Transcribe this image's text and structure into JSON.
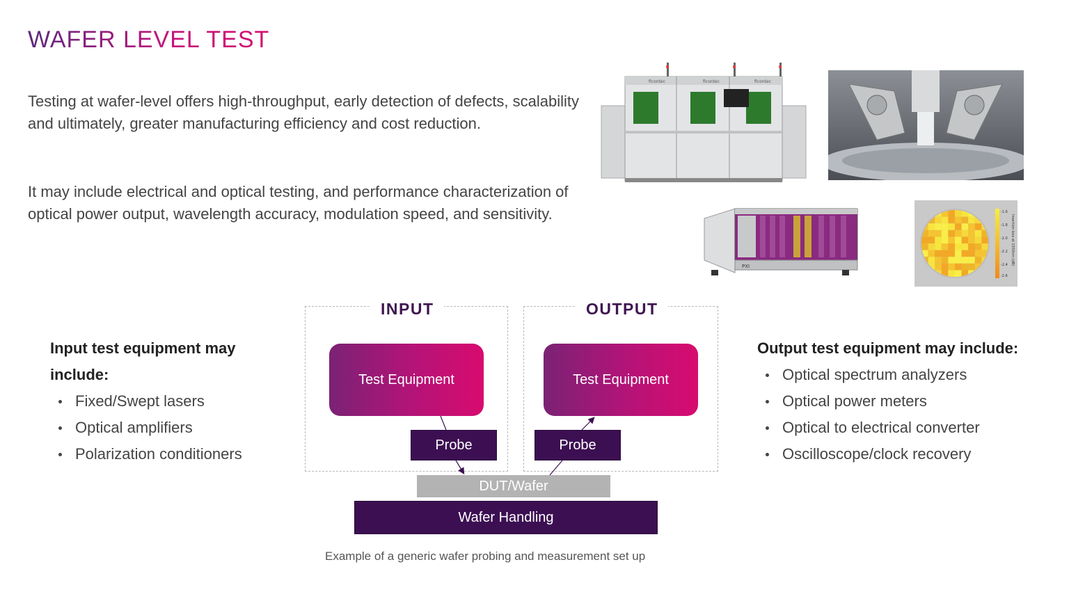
{
  "title": "WAFER LEVEL TEST",
  "paragraphs": [
    "Testing at wafer-level offers high-throughput, early detection of defects, scalability and ultimately, greater manufacturing efficiency and cost reduction.",
    "It may include electrical and optical testing, and performance characterization of optical power output, wavelength accuracy, modulation speed, and sensitivity."
  ],
  "input_side": {
    "heading": "Input test equipment may include:",
    "items": [
      "Fixed/Swept lasers",
      "Optical amplifiers",
      "Polarization conditioners"
    ]
  },
  "output_side": {
    "heading": "Output test equipment may include:",
    "items": [
      "Optical spectrum analyzers",
      "Optical power meters",
      "Optical to electrical converter",
      "Oscilloscope/clock recovery"
    ]
  },
  "diagram": {
    "input_label": "INPUT",
    "output_label": "OUTPUT",
    "input_equipment": "Test Equipment",
    "output_equipment": "Test Equipment",
    "input_probe": "Probe",
    "output_probe": "Probe",
    "dut": "DUT/Wafer",
    "handling": "Wafer Handling",
    "caption": "Example of a generic wafer probing and measurement set up"
  },
  "images": {
    "machine_brand": "ficontec",
    "rack_label": "PXI",
    "wafermap_axis_label": "Insertion loss at 1550nm (dB)",
    "wafermap_ticks": [
      "-1.6",
      "-1.8",
      "-2.0",
      "-2.2",
      "-2.4",
      "-2.6"
    ]
  },
  "colors": {
    "accent_purple": "#3c0f52",
    "accent_magenta": "#d80b6f",
    "dut_gray": "#b3b3b3"
  }
}
